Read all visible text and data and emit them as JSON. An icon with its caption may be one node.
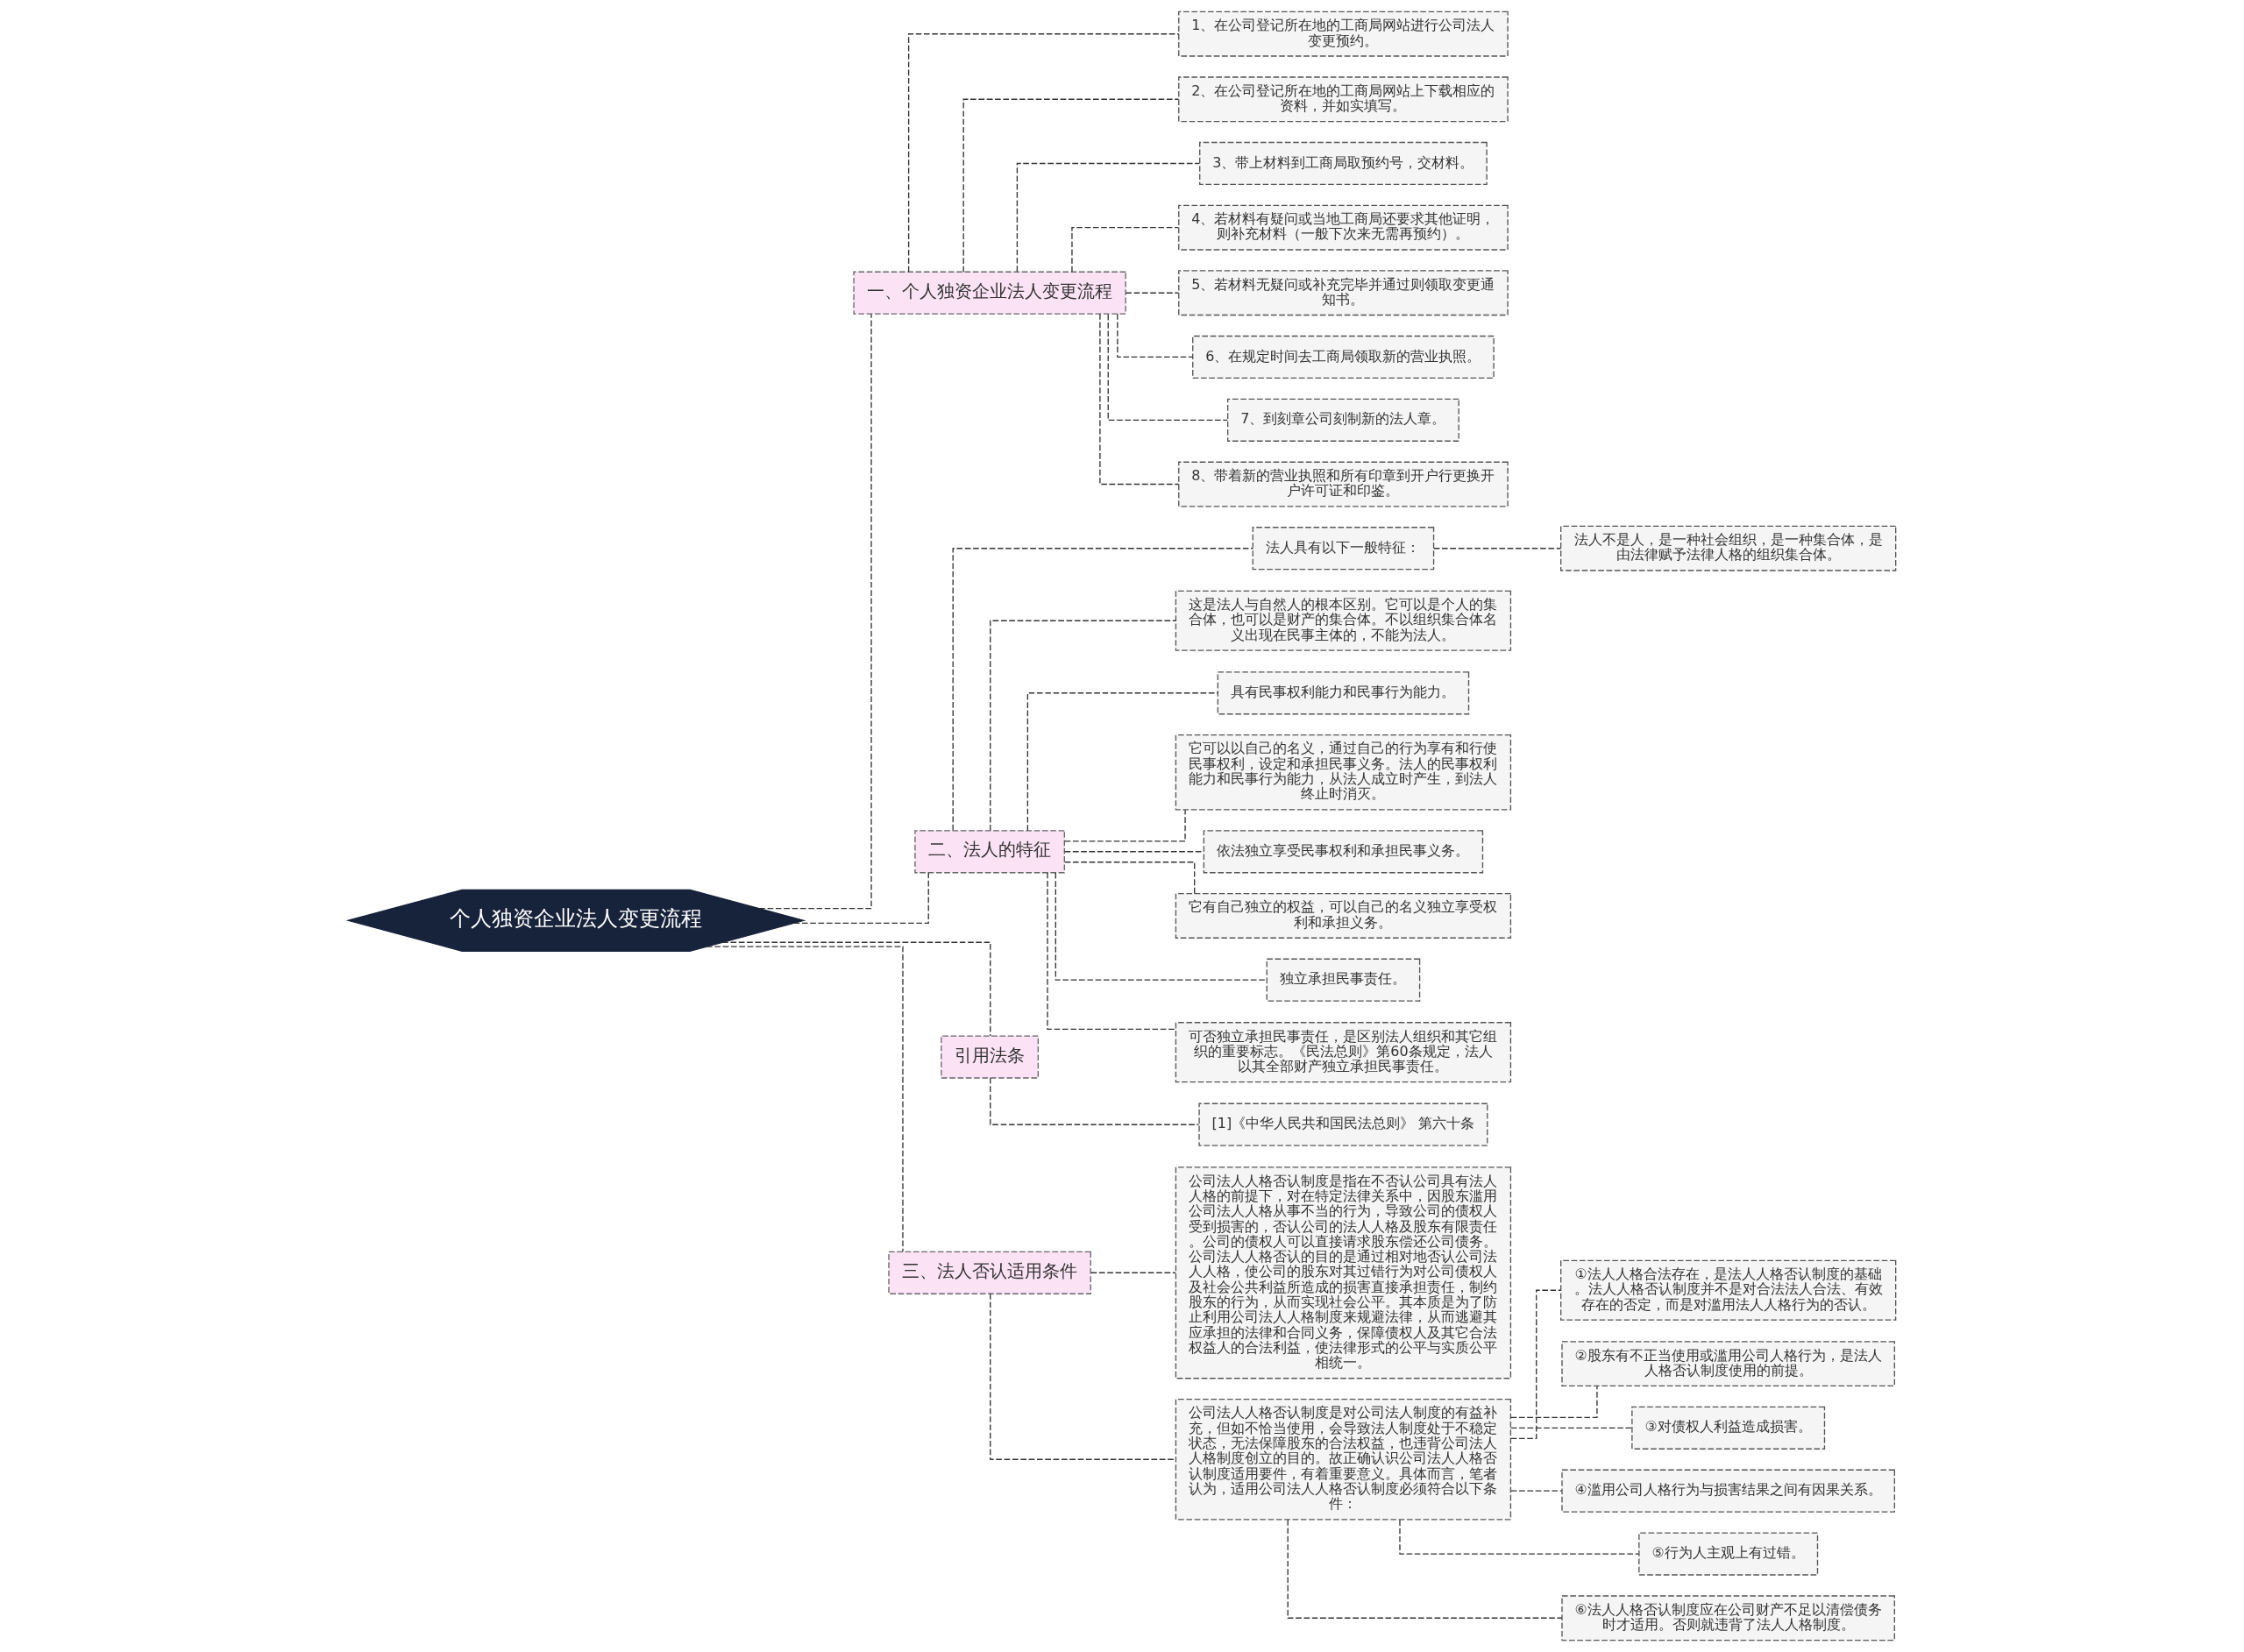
{
  "diagram": {
    "nodes": [
      {
        "text": [
          "个人独资企业法人变更流程"
        ]
      },
      {
        "text": [
          "一、个人独资企业法人变更流程"
        ]
      },
      {
        "text": [
          "1、在公司登记所在地的工商局网站进行公司法人变更预约。"
        ]
      },
      {
        "text": [
          "2、在公司登记所在地的工商局网站上下载相应的资料，并如实填写。"
        ]
      },
      {
        "text": [
          "3、带上材料到工商局取预约号，交材料。"
        ]
      },
      {
        "text": [
          "4、若材料有疑问或当地工商局还要求其他证明，则补充材料（一般下次来无需再预约）。"
        ]
      },
      {
        "text": [
          "5、若材料无疑问或补充完毕并通过则领取变更通知书。"
        ]
      },
      {
        "text": [
          "6、在规定时间去工商局领取新的营业执照。"
        ]
      },
      {
        "text": [
          "7、到刻章公司刻制新的法人章。"
        ]
      },
      {
        "text": [
          "8、带着新的营业执照和所有印章到开户行更换开户许可证和印鉴。"
        ]
      },
      {
        "text": [
          "二、法人的特征"
        ]
      },
      {
        "text": [
          "法人具有以下一般特征："
        ]
      },
      {
        "text": [
          "法人不是人，是一种社会组织，是一种集合体，是由法律赋予法律人格的组织集合体。"
        ]
      },
      {
        "text": [
          "这是法人与自然人的根本区别。它可以是个人的集合体，也可以是财产的集合体。不以组织集合体名义出现在民事主体的，不能为法人。"
        ]
      },
      {
        "text": [
          "具有民事权利能力和民事行为能力。"
        ]
      },
      {
        "text": [
          "它可以以自己的名义，通过自己的行为享有和行使民事权利，设定和承担民事义务。法人的民事权利能力和民事行为能力，从法人成立时产生，到法人终止时消灭。"
        ]
      },
      {
        "text": [
          "依法独立享受民事权利和承担民事义务。"
        ]
      },
      {
        "text": [
          "它有自己独立的权益，可以自己的名义独立享受权利和承担义务。"
        ]
      },
      {
        "text": [
          "独立承担民事责任。"
        ]
      },
      {
        "text": [
          "可否独立承担民事责任，是区别法人组织和其它组织的重要标志。《民法总则》第60条规定，法人以其全部财产独立承担民事责任。"
        ]
      },
      {
        "text": [
          "引用法条"
        ]
      },
      {
        "text": [
          "[1]《中华人民共和国民法总则》 第六十条"
        ]
      },
      {
        "text": [
          "三、法人否认适用条件"
        ]
      },
      {
        "text": [
          "公司法人人格否认制度是指在不否认公司具有法人人格的前提下，对在特定法律关系中，因股东滥用公司法人人格从事不当的行为，导致公司的债权人受到损害的，否认公司的法人人格及股东有限责任。公司的债权人可以直接请求股东偿还公司债务。公司法人人格否认的目的是通过相对地否认公司法人人格，使公司的股东对其过错行为对公司债权人及社会公共利益所造成的损害直接承担责任，制约股东的行为，从而实现社会公平。其本质是为了防止利用公司法人人格制度来规避法律，从而逃避其应承担的法律和合同义务，保障债权人及其它合法权益人的合法利益，使法律形式的公平与实质公平相统一。"
        ]
      },
      {
        "text": [
          "公司法人人格否认制度是对公司法人制度的有益补充，但如不恰当使用，会导致法人制度处于不稳定状态，无法保障股东的合法权益，也违背公司法人人格制度创立的目的。故正确认识公司法人人格否认制度适用要件，有着重要意义。具体而言，笔者认为，适用公司法人人格否认制度必须符合以下条件："
        ]
      },
      {
        "text": [
          "①法人人格合法存在，是法人人格否认制度的基础。法人人格否认制度并不是对合法法人合法、有效存在的否定，而是对滥用法人人格行为的否认。"
        ]
      },
      {
        "text": [
          "②股东有不正当使用或滥用公司人格行为，是法人人格否认制度使用的前提。"
        ]
      },
      {
        "text": [
          "③对债权人利益造成损害。"
        ]
      },
      {
        "text": [
          "④滥用公司人格行为与损害结果之间有因果关系。"
        ]
      },
      {
        "text": [
          "⑤行为人主观上有过错。"
        ]
      },
      {
        "text": [
          "⑥法人人格否认制度应在公司财产不足以清偿债务时才适用。否则就违背了法人人格制度。"
        ]
      }
    ],
    "edges": [
      {
        "from": 0,
        "to": 1,
        "arrow": "none",
        "style": "dashed"
      },
      {
        "from": 1,
        "to": 2,
        "arrow": "none",
        "style": "dashed"
      },
      {
        "from": 1,
        "to": 3,
        "arrow": "none",
        "style": "dashed"
      },
      {
        "from": 1,
        "to": 4,
        "arrow": "none",
        "style": "dashed"
      },
      {
        "from": 1,
        "to": 5,
        "arrow": "none",
        "style": "dashed"
      },
      {
        "from": 1,
        "to": 6,
        "arrow": "none",
        "style": "dashed"
      },
      {
        "from": 1,
        "to": 7,
        "arrow": "none",
        "style": "dashed"
      },
      {
        "from": 1,
        "to": 8,
        "arrow": "none",
        "style": "dashed"
      },
      {
        "from": 1,
        "to": 9,
        "arrow": "none",
        "style": "dashed"
      },
      {
        "from": 0,
        "to": 10,
        "arrow": "none",
        "style": "dashed"
      },
      {
        "from": 10,
        "to": 11,
        "arrow": "none",
        "style": "dashed"
      },
      {
        "from": 11,
        "to": 12,
        "arrow": "none",
        "style": "dashed"
      },
      {
        "from": 10,
        "to": 13,
        "arrow": "none",
        "style": "dashed"
      },
      {
        "from": 10,
        "to": 14,
        "arrow": "none",
        "style": "dashed"
      },
      {
        "from": 10,
        "to": 15,
        "arrow": "none",
        "style": "dashed"
      },
      {
        "from": 10,
        "to": 16,
        "arrow": "none",
        "style": "dashed"
      },
      {
        "from": 10,
        "to": 17,
        "arrow": "none",
        "style": "dashed"
      },
      {
        "from": 10,
        "to": 18,
        "arrow": "none",
        "style": "dashed"
      },
      {
        "from": 10,
        "to": 19,
        "arrow": "none",
        "style": "dashed"
      },
      {
        "from": 0,
        "to": 20,
        "arrow": "none",
        "style": "dashed"
      },
      {
        "from": 20,
        "to": 21,
        "arrow": "none",
        "style": "dashed"
      },
      {
        "from": 0,
        "to": 22,
        "arrow": "none",
        "style": "dashed"
      },
      {
        "from": 22,
        "to": 23,
        "arrow": "none",
        "style": "dashed"
      },
      {
        "from": 22,
        "to": 24,
        "arrow": "none",
        "style": "dashed"
      },
      {
        "from": 24,
        "to": 25,
        "arrow": "none",
        "style": "dashed"
      },
      {
        "from": 24,
        "to": 26,
        "arrow": "none",
        "style": "dashed"
      },
      {
        "from": 24,
        "to": 27,
        "arrow": "none",
        "style": "dashed"
      },
      {
        "from": 24,
        "to": 28,
        "arrow": "none",
        "style": "dashed"
      },
      {
        "from": 24,
        "to": 29,
        "arrow": "none",
        "style": "dashed"
      },
      {
        "from": 24,
        "to": 30,
        "arrow": "none",
        "style": "dashed"
      }
    ]
  }
}
